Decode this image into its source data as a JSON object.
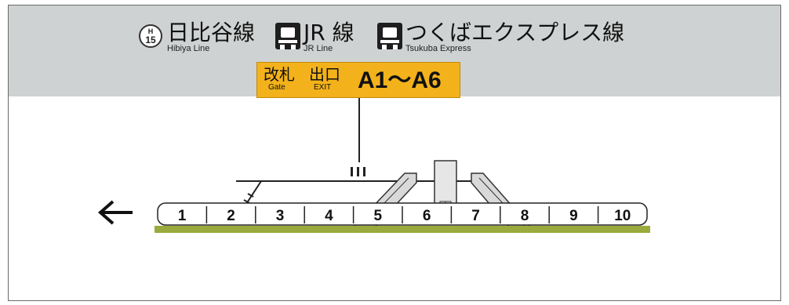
{
  "lines": [
    {
      "badge_letter": "H",
      "badge_number": "15",
      "name": "日比谷線",
      "name_en": "Hibiya Line",
      "icon": "hibiya-badge-icon"
    },
    {
      "name": "JR 線",
      "name_en": "JR Line",
      "icon": "train-icon"
    },
    {
      "name": "つくばエクスプレス線",
      "name_en": "Tsukuba Express",
      "icon": "train-icon"
    }
  ],
  "exit_sign": {
    "gate_jp": "改札",
    "gate_en": "Gate",
    "exit_jp": "出口",
    "exit_en": "EXIT",
    "exits": "A1～A6",
    "color": "#f3b21b"
  },
  "direction_icon": "left-arrow-icon",
  "cars": [
    "1",
    "2",
    "3",
    "4",
    "5",
    "6",
    "7",
    "8",
    "9",
    "10"
  ],
  "colors": {
    "header": "#cfd2d2",
    "platform": "#9aaa3c"
  }
}
